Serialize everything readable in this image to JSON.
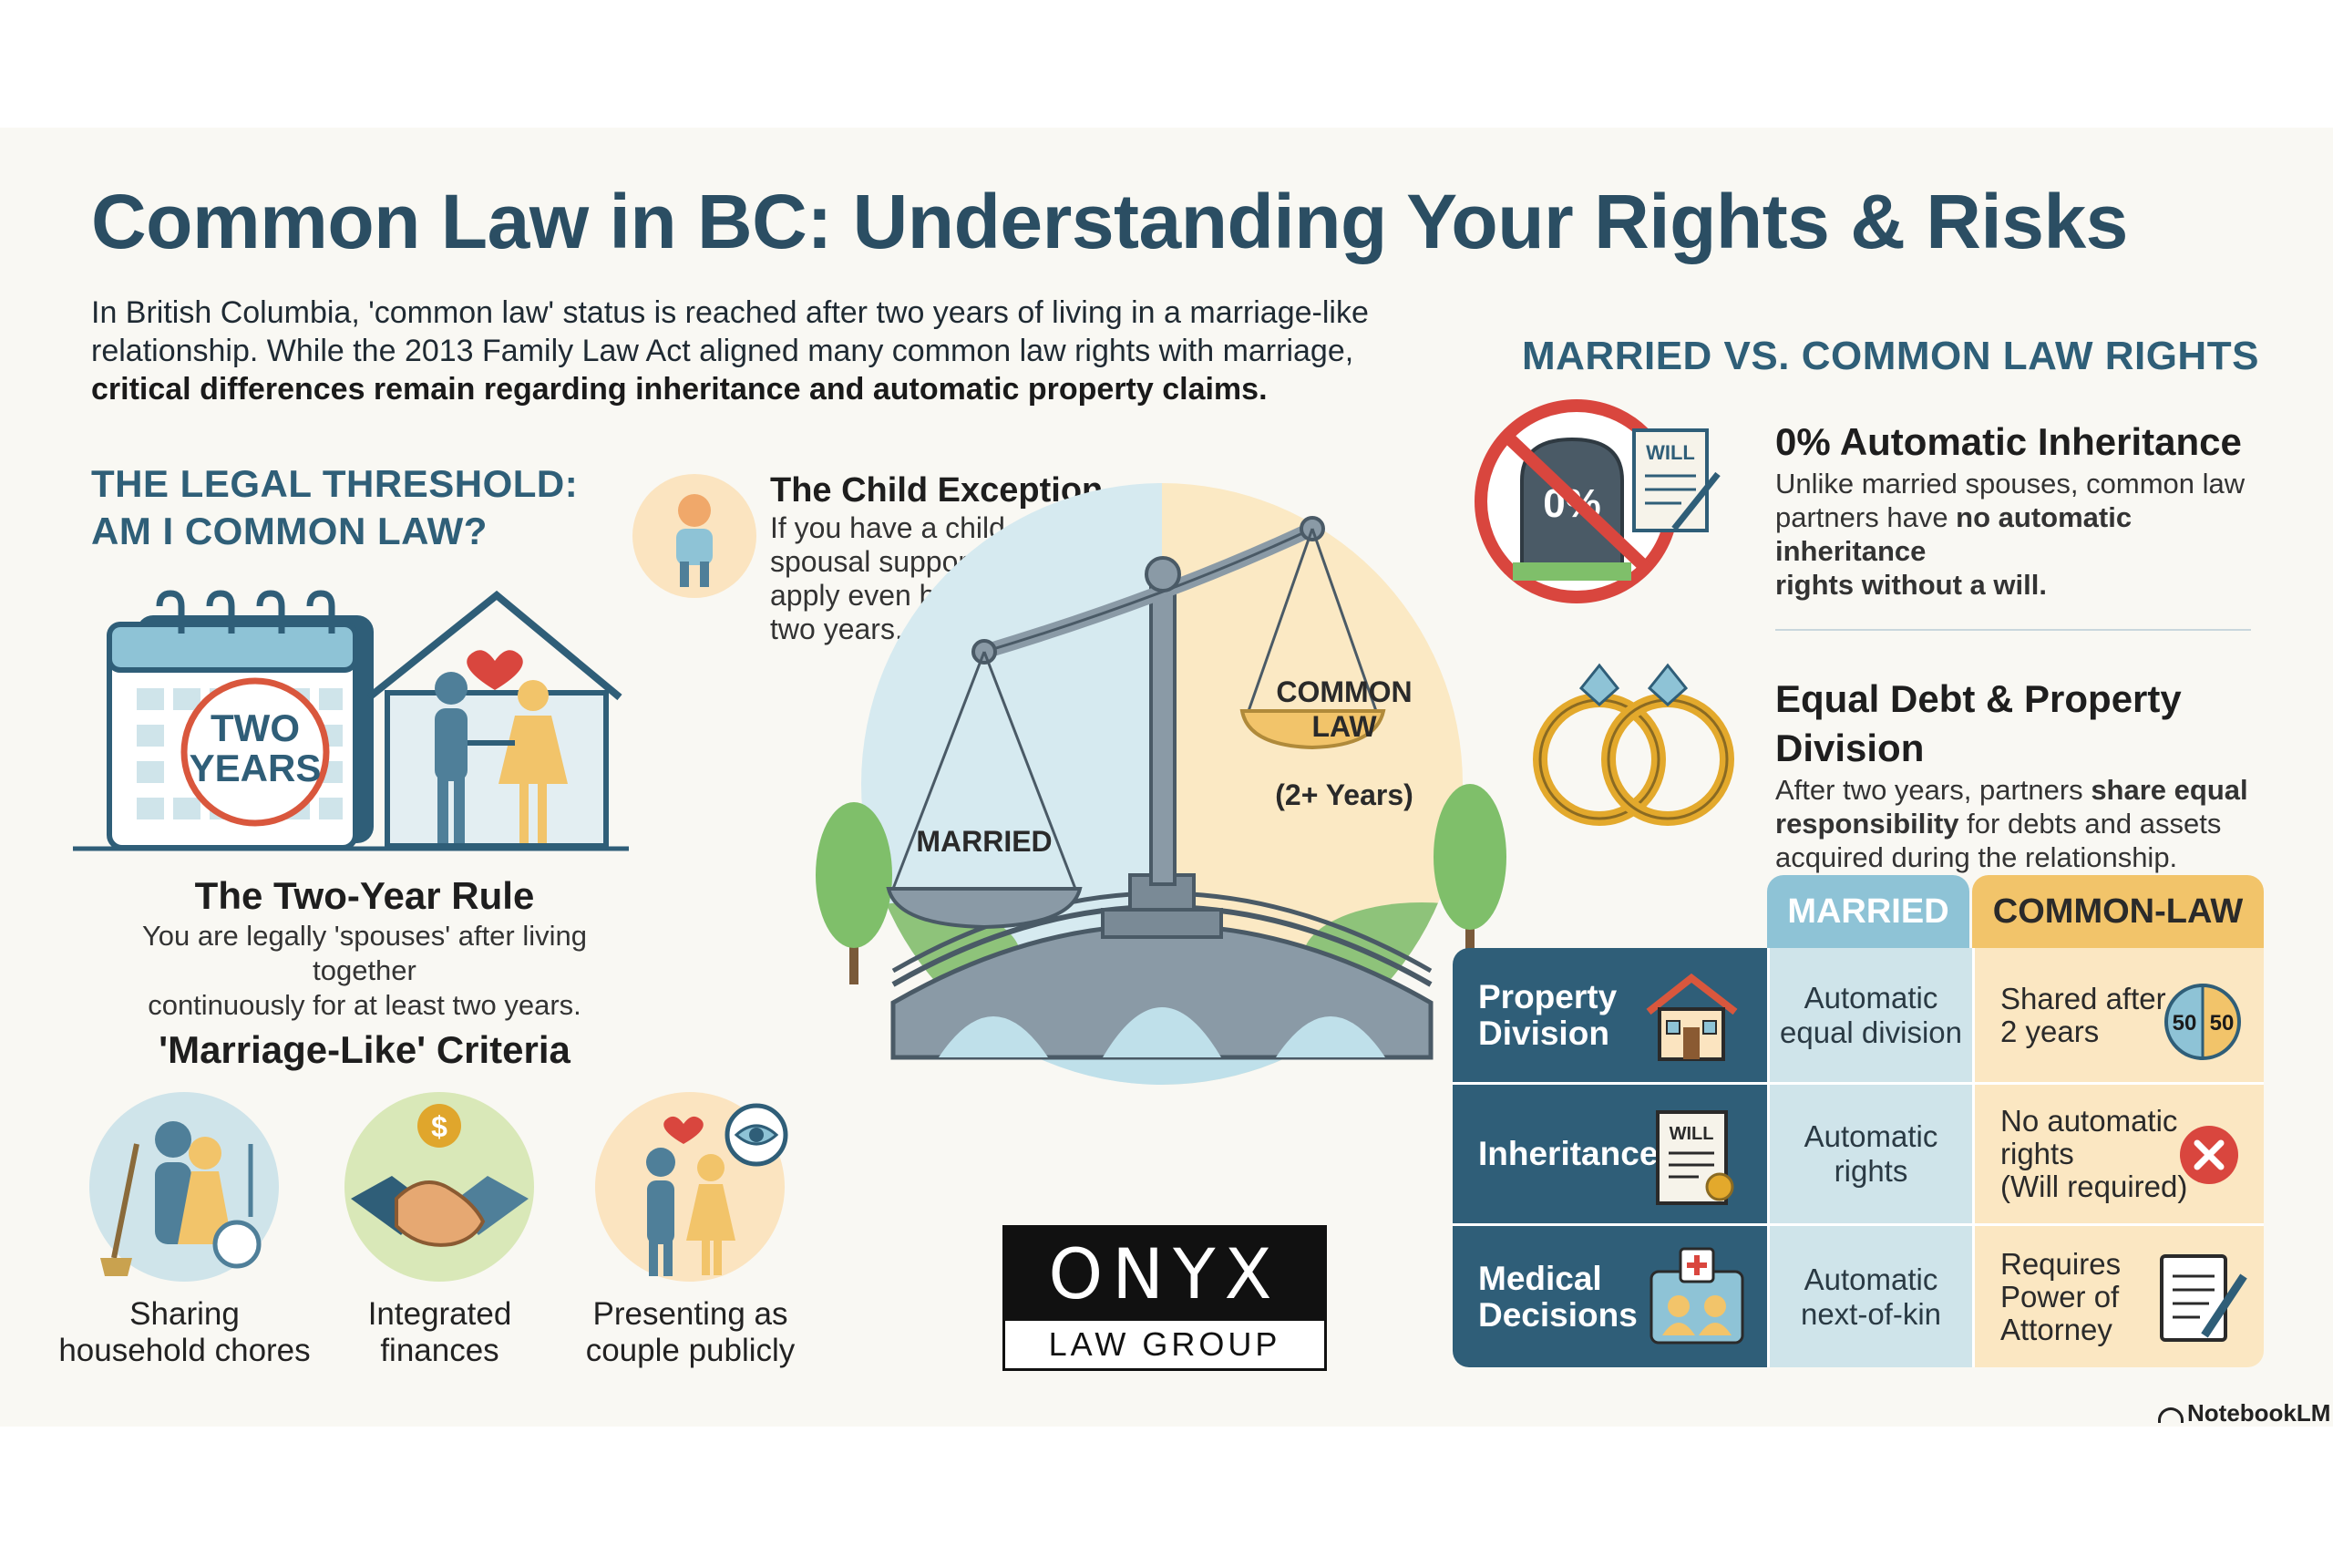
{
  "title": "Common Law in BC: Understanding Your Rights & Risks",
  "intro": {
    "line1": "In British Columbia, 'common law' status is reached after two years of living in a marriage-like",
    "line2": "relationship. While the 2013 Family Law Act aligned many common law rights with marriage,",
    "line3_bold": "critical differences remain regarding inheritance and automatic property claims."
  },
  "threshold": {
    "heading_line1": "THE LEGAL THRESHOLD:",
    "heading_line2": "AM I COMMON LAW?",
    "calendar_text_line1": "TWO",
    "calendar_text_line2": "YEARS",
    "rule_title": "The Two-Year Rule",
    "rule_line1": "You are legally 'spouses' after living together",
    "rule_line2": "continuously for at least two years.",
    "criteria_title": "'Marriage-Like' Criteria",
    "criteria": [
      {
        "line1": "Sharing",
        "line2": "household chores",
        "icon": "chores-icon"
      },
      {
        "line1": "Integrated",
        "line2": "finances",
        "icon": "handshake-icon"
      },
      {
        "line1": "Presenting as",
        "line2": "couple publicly",
        "icon": "couple-eye-icon"
      }
    ]
  },
  "child_exception": {
    "title": "The Child Exception",
    "line1": "If you have a child,",
    "line2": "spousal support rights",
    "line3": "apply even before",
    "line4": "two years."
  },
  "scale": {
    "left_label": "MARRIED",
    "right_label_line1": "COMMON",
    "right_label_line2": "LAW",
    "right_sub": "(2+ Years)"
  },
  "logo": {
    "name": "ONYX",
    "sub": "LAW GROUP"
  },
  "rights": {
    "heading": "MARRIED VS. COMMON LAW RIGHTS",
    "inheritance": {
      "badge": "0%",
      "will_label": "WILL",
      "title": "0% Automatic Inheritance",
      "line1": "Unlike married spouses, common law",
      "line2_pre": "partners have ",
      "line2_bold": "no automatic inheritance",
      "line3_bold": "rights without a will."
    },
    "debt": {
      "title": "Equal Debt & Property Division",
      "line1_pre": "After two years, partners ",
      "line1_bold": "share equal",
      "line2_bold": "responsibility",
      "line2_post": " for debts and assets",
      "line3": "acquired during the relationship."
    }
  },
  "table": {
    "col_married": "MARRIED",
    "col_common": "COMMON-LAW",
    "rows": [
      {
        "label_line1": "Property",
        "label_line2": "Division",
        "married_line1": "Automatic",
        "married_line2": "equal division",
        "common_line1": "Shared after",
        "common_line2": "2 years",
        "common_line3": "",
        "badge_left": "50",
        "badge_right": "50"
      },
      {
        "label_line1": "Inheritance",
        "label_line2": "",
        "married_line1": "Automatic",
        "married_line2": "rights",
        "common_line1": "No automatic",
        "common_line2": "rights",
        "common_line3": "(Will required)",
        "will_label": "WILL"
      },
      {
        "label_line1": "Medical",
        "label_line2": "Decisions",
        "married_line1": "Automatic",
        "married_line2": "next-of-kin",
        "common_line1": "Requires",
        "common_line2": "Power of",
        "common_line3": "Attorney"
      }
    ]
  },
  "watermark": "NotebookLM",
  "colors": {
    "title": "#2b4e63",
    "section": "#2f5f78",
    "married_head": "#8ec3d6",
    "common_head": "#f2c46a",
    "row_head": "#2f5e78",
    "accent_red": "#d9463e"
  }
}
